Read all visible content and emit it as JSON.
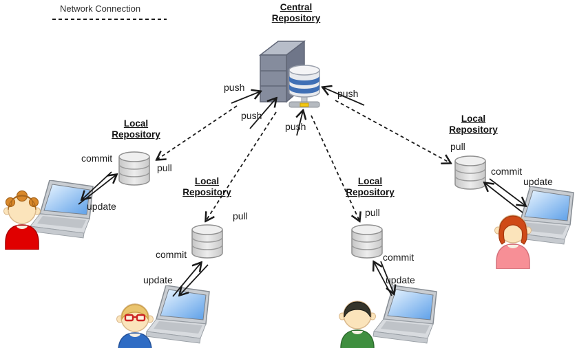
{
  "legend": {
    "label": "Network Connection"
  },
  "central": {
    "line1": "Central",
    "line2": "Repository"
  },
  "repos": [
    {
      "line1": "Local",
      "line2": "Repository"
    },
    {
      "line1": "Local",
      "line2": "Repository"
    },
    {
      "line1": "Local",
      "line2": "Repository"
    },
    {
      "line1": "Local",
      "line2": "Repository"
    }
  ],
  "labels": {
    "push": [
      "push",
      "push",
      "push",
      "push"
    ],
    "pull": [
      "pull",
      "pull",
      "pull",
      "pull"
    ],
    "commit": [
      "commit",
      "commit",
      "commit",
      "commit"
    ],
    "update": [
      "update",
      "update",
      "update",
      "update"
    ]
  },
  "icons": {
    "central": "server-database-icon",
    "local_repository": "database-cylinder-icon",
    "user": "person-icon",
    "workstation": "laptop-icon",
    "network": "dashed-line"
  },
  "colors": {
    "line": "#1a1a1a",
    "server_front": "#858c9d",
    "server_top": "#b7bdc9",
    "server_side": "#6f7689",
    "db_band_blue": "#3f6fb5",
    "stand_yellow": "#f2c711",
    "cylinder_gray": "#d6d6d6",
    "laptop_screen_blue": "#5c9fe8",
    "user1_hair": "#d9882a",
    "user1_shirt": "#e00000",
    "user2_hair": "#eac46f",
    "user2_shirt": "#2f6cc4",
    "user2_glasses": "#cc2222",
    "user3_hair": "#35352b",
    "user3_shirt": "#3f8f3f",
    "user4_hair": "#cf4a17",
    "user4_shirt": "#f78f96"
  }
}
